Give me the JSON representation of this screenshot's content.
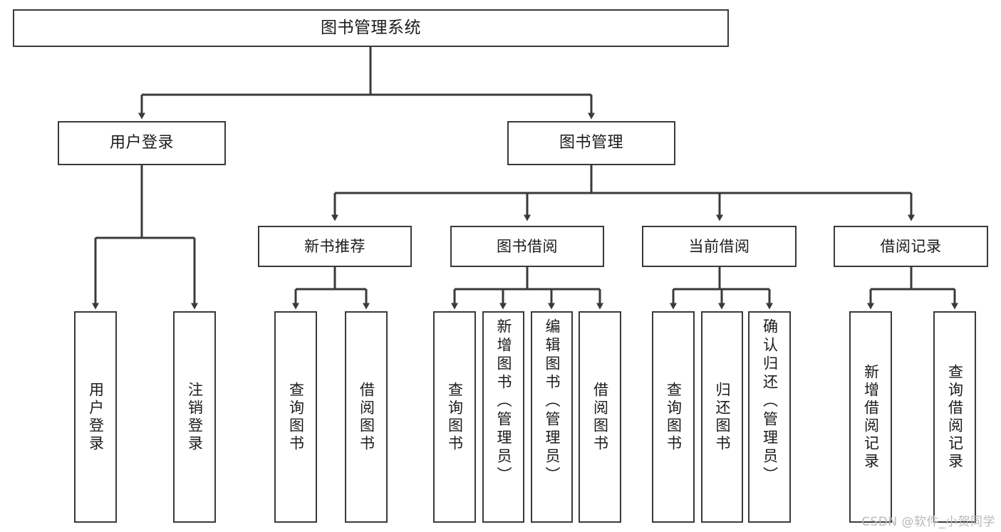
{
  "diagram": {
    "title": "图书管理系统",
    "type": "tree-hierarchy-diagram",
    "watermark": "CSDN @软件_小贺同学",
    "colors": {
      "stroke": "#3a3a3a",
      "fill": "#ffffff",
      "text": "#1b1b1b",
      "watermark": "#b9b9b9"
    },
    "root": {
      "label": "图书管理系统"
    },
    "level2": [
      {
        "id": "user-login",
        "label": "用户登录"
      },
      {
        "id": "book-manage",
        "label": "图书管理"
      }
    ],
    "level3": [
      {
        "id": "new-book-recommend",
        "label": "新书推荐"
      },
      {
        "id": "book-borrow",
        "label": "图书借阅"
      },
      {
        "id": "current-borrow",
        "label": "当前借阅"
      },
      {
        "id": "borrow-record",
        "label": "借阅记录"
      }
    ],
    "leaves": {
      "user_login": [
        {
          "id": "leaf-user-login",
          "label": "用户登录"
        },
        {
          "id": "leaf-logout-login",
          "label": "注销登录"
        }
      ],
      "new_book_recommend": [
        {
          "id": "leaf-query-book-1",
          "label": "查询图书"
        },
        {
          "id": "leaf-borrow-book-1",
          "label": "借阅图书"
        }
      ],
      "book_borrow": [
        {
          "id": "leaf-query-book-2",
          "label": "查询图书"
        },
        {
          "id": "leaf-add-book",
          "label": "新增图书（管理员）"
        },
        {
          "id": "leaf-edit-book",
          "label": "编辑图书（管理员）"
        },
        {
          "id": "leaf-borrow-book-2",
          "label": "借阅图书"
        }
      ],
      "current_borrow": [
        {
          "id": "leaf-query-book-3",
          "label": "查询图书"
        },
        {
          "id": "leaf-return-book",
          "label": "归还图书"
        },
        {
          "id": "leaf-confirm-return",
          "label": "确认归还（管理员）"
        }
      ],
      "borrow_record": [
        {
          "id": "leaf-add-record",
          "label": "新增借阅记录"
        },
        {
          "id": "leaf-query-record",
          "label": "查询借阅记录"
        }
      ]
    }
  }
}
